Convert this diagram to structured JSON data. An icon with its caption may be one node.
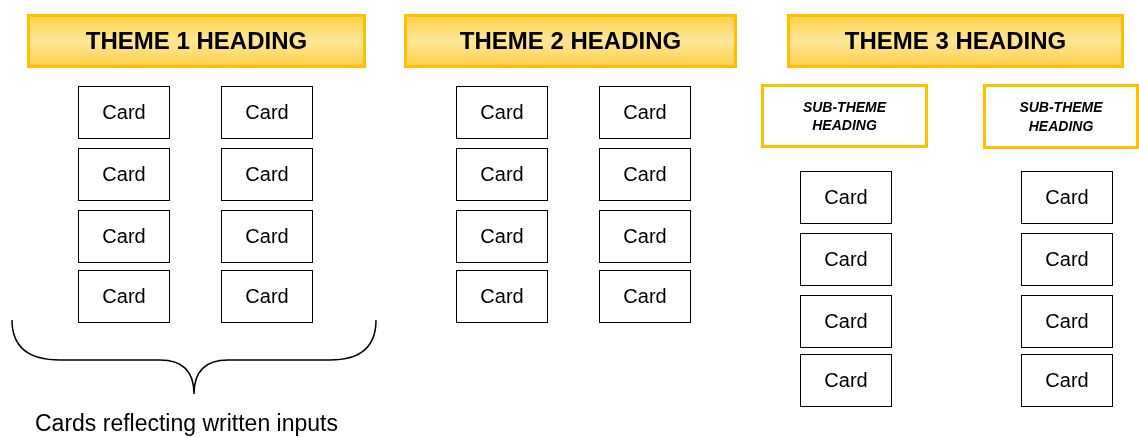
{
  "diagram": {
    "nodes": [
      {
        "text": [
          "THEME 1 HEADING"
        ]
      },
      {
        "text": [
          "Card"
        ]
      },
      {
        "text": [
          "Card"
        ]
      },
      {
        "text": [
          "Card"
        ]
      },
      {
        "text": [
          "Card"
        ]
      },
      {
        "text": [
          "Card"
        ]
      },
      {
        "text": [
          "Card"
        ]
      },
      {
        "text": [
          "Card"
        ]
      },
      {
        "text": [
          "Card"
        ]
      },
      {
        "text": [
          "THEME 2 HEADING"
        ]
      },
      {
        "text": [
          "Card"
        ]
      },
      {
        "text": [
          "Card"
        ]
      },
      {
        "text": [
          "Card"
        ]
      },
      {
        "text": [
          "Card"
        ]
      },
      {
        "text": [
          "Card"
        ]
      },
      {
        "text": [
          "Card"
        ]
      },
      {
        "text": [
          "Card"
        ]
      },
      {
        "text": [
          "Card"
        ]
      },
      {
        "text": [
          "THEME 3 HEADING"
        ]
      },
      {
        "text": [
          "SUB-THEME HEADING"
        ]
      },
      {
        "text": [
          "Card"
        ]
      },
      {
        "text": [
          "Card"
        ]
      },
      {
        "text": [
          "Card"
        ]
      },
      {
        "text": [
          "Card"
        ]
      },
      {
        "text": [
          "SUB-THEME HEADING"
        ]
      },
      {
        "text": [
          "Card"
        ]
      },
      {
        "text": [
          "Card"
        ]
      },
      {
        "text": [
          "Card"
        ]
      },
      {
        "text": [
          "Card"
        ]
      }
    ],
    "edges": [],
    "labels": [
      "Cards reflecting written inputs"
    ]
  }
}
